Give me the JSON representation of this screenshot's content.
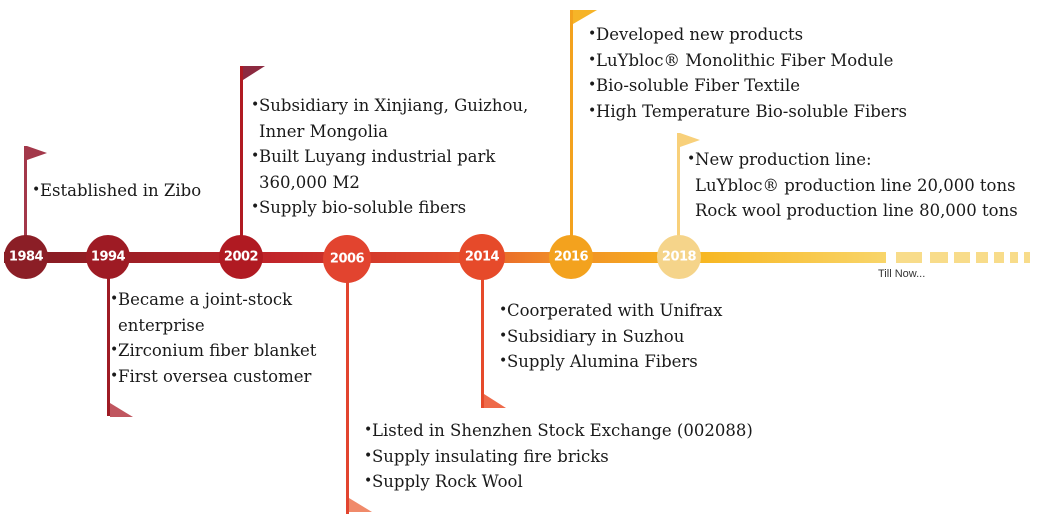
{
  "timeline": {
    "end_label": "Till Now...",
    "milestones": [
      {
        "year": "1984",
        "color": "#8b1e26",
        "flag_color": "#a3384a",
        "notes": [
          "Established in Zibo"
        ]
      },
      {
        "year": "1994",
        "color": "#9e1b24",
        "flag_color": "#c0565f",
        "notes": [
          "Became a joint-stock",
          "enterprise",
          "Zirconium fiber blanket",
          "First oversea customer"
        ]
      },
      {
        "year": "2002",
        "color": "#b01a22",
        "flag_color": "#8c2a40",
        "notes": [
          "Subsidiary in Xinjiang,  Guizhou,",
          "Inner Mongolia",
          "Built Luyang industrial park",
          "360,000 M2",
          "Supply bio-soluble fibers"
        ]
      },
      {
        "year": "2006",
        "color": "#e2442f",
        "flag_color": "#f08a6a",
        "notes": [
          "Listed in Shenzhen Stock Exchange (002088)",
          "Supply insulating fire bricks",
          "Supply Rock Wool"
        ]
      },
      {
        "year": "2014",
        "color": "#e64a2a",
        "flag_color": "#ee6a4a",
        "notes": [
          "Coorperated with Unifrax",
          "Subsidiary in Suzhou",
          "Supply Alumina Fibers"
        ]
      },
      {
        "year": "2016",
        "color": "#f3a21e",
        "flag_color": "#f6b428",
        "notes": [
          "Developed new products",
          "LuYbloc® Monolithic  Fiber Module",
          "Bio-soluble Fiber Textile",
          "High Temperature Bio-soluble Fibers"
        ]
      },
      {
        "year": "2018",
        "color": "#f5d48a",
        "flag_color": "#f8d07a",
        "notes": [
          "New production line:",
          "LuYbloc® production line 20,000 tons",
          "Rock wool production line 80,000 tons"
        ]
      }
    ]
  }
}
